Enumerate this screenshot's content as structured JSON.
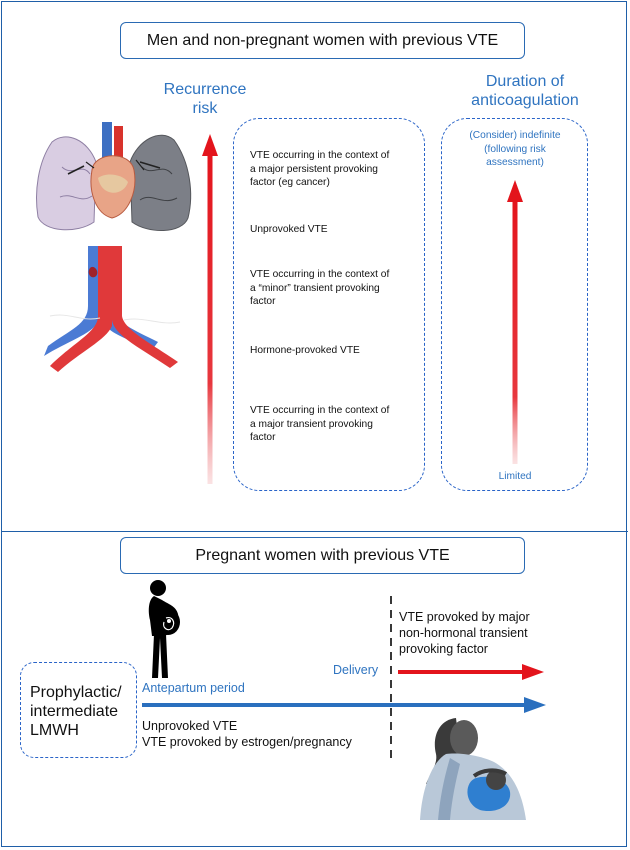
{
  "top_section": {
    "title": "Men and non-pregnant women with previous VTE",
    "recurrence_label_line1": "Recurrence",
    "recurrence_label_line2": "risk",
    "duration_label_line1": "Duration of",
    "duration_label_line2": "anticoagulation",
    "risk_categories": [
      {
        "line1": "VTE occurring in the context of",
        "line2": "a major persistent provoking",
        "line3": "factor (eg cancer)"
      },
      {
        "line1": "Unprovoked VTE",
        "line2": "",
        "line3": ""
      },
      {
        "line1": "VTE occurring in the context of",
        "line2": "a “minor” transient provoking",
        "line3": "factor"
      },
      {
        "line1": "Hormone-provoked VTE",
        "line2": "",
        "line3": ""
      },
      {
        "line1": "VTE occurring in the context of",
        "line2": "a major transient provoking",
        "line3": "factor"
      }
    ],
    "duration_top_line1": "(Consider) indefinite",
    "duration_top_line2": "(following risk",
    "duration_top_line3": "assessment)",
    "duration_bottom": "Limited"
  },
  "bottom_section": {
    "title": "Pregnant women with previous VTE",
    "lmwh_line1": "Prophylactic/",
    "lmwh_line2": "intermediate",
    "lmwh_line3": "LMWH",
    "antepartum_label": "Antepartum period",
    "delivery_label": "Delivery",
    "red_arrow_text_line1": "VTE provoked by major",
    "red_arrow_text_line2": "non-hormonal transient",
    "red_arrow_text_line3": "provoking factor",
    "blue_arrow_text_line1": "Unprovoked VTE",
    "blue_arrow_text_line2": "VTE provoked by estrogen/pregnancy"
  },
  "colors": {
    "frame": "#1f5fa8",
    "accent_blue": "#2f74c0",
    "arrow_red": "#e3141c",
    "arrow_blue": "#2a6fbe"
  }
}
